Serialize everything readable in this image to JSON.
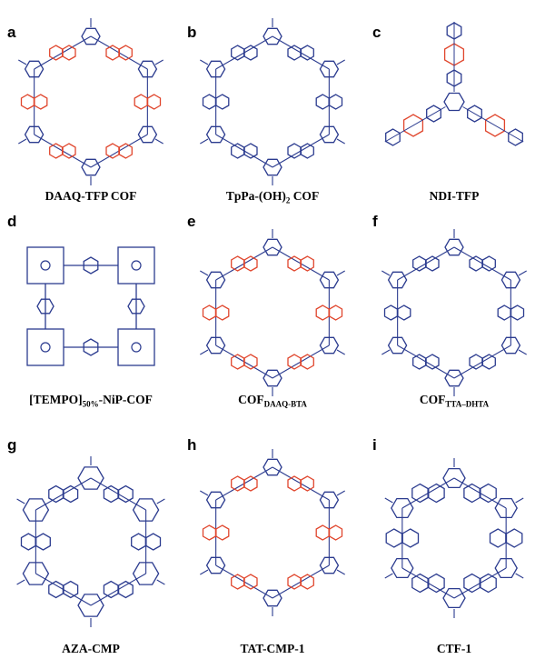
{
  "colors": {
    "blue": "#2b3b8f",
    "red": "#e0452c",
    "text": "#000000"
  },
  "panels": [
    {
      "letter": "a",
      "name": "DAAQ-TFP COF",
      "shape": "hex-ring",
      "accent": "red"
    },
    {
      "letter": "b",
      "name": "TpPa-(OH)",
      "name_sub": "2",
      "name_after": " COF",
      "shape": "hex-ring",
      "accent": "none"
    },
    {
      "letter": "c",
      "name": "NDI-TFP",
      "shape": "tripod",
      "accent": "red"
    },
    {
      "letter": "d",
      "name": "[TEMPO]",
      "name_sub": "50%",
      "name_after": "-NiP-COF",
      "shape": "square-grid",
      "accent": "none"
    },
    {
      "letter": "e",
      "name": "COF",
      "name_sub": "DAAQ-BTA",
      "name_after": "",
      "shape": "hex-ring",
      "accent": "red"
    },
    {
      "letter": "f",
      "name": "COF",
      "name_sub": "TTA–DHTA",
      "name_after": "",
      "shape": "hex-ring",
      "accent": "none"
    },
    {
      "letter": "g",
      "name": "AZA-CMP",
      "shape": "fused-ring",
      "accent": "none"
    },
    {
      "letter": "h",
      "name": "TAT-CMP-1",
      "shape": "hex-ring",
      "accent": "red"
    },
    {
      "letter": "i",
      "name": "CTF-1",
      "shape": "triazine-ring",
      "accent": "none"
    }
  ]
}
